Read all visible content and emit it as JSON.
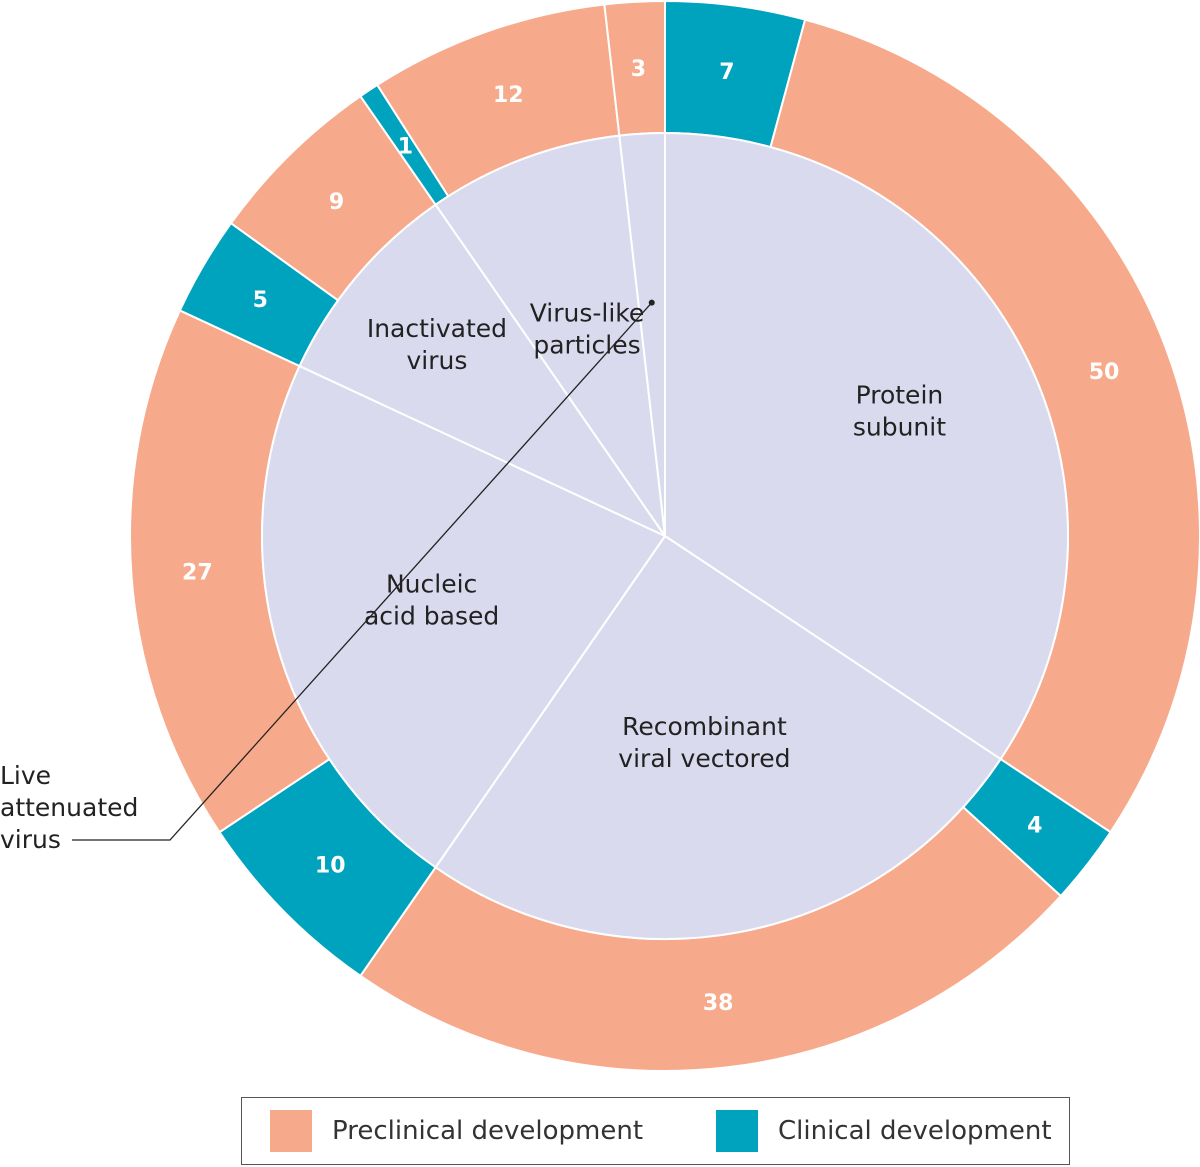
{
  "colors": {
    "preclinical": "#f7a98b",
    "clinical": "#00a3be",
    "inner": "#dadaee",
    "divider": "#ffffff"
  },
  "chart_data": {
    "type": "pie",
    "subtype": "nested-donut",
    "title": "",
    "inner_label": "Live attenuated virus",
    "categories": [
      {
        "name": "Protein subunit",
        "label_lines": [
          "Protein",
          "subunit"
        ],
        "preclinical": 50,
        "clinical": 7
      },
      {
        "name": "Recombinant viral vectored",
        "label_lines": [
          "Recombinant",
          "viral vectored"
        ],
        "preclinical": 38,
        "clinical": 4
      },
      {
        "name": "Nucleic acid based",
        "label_lines": [
          "Nucleic",
          "acid based"
        ],
        "preclinical": 27,
        "clinical": 10
      },
      {
        "name": "Inactivated virus",
        "label_lines": [
          "Inactivated",
          "virus"
        ],
        "preclinical": 9,
        "clinical": 5
      },
      {
        "name": "Virus-like particles",
        "label_lines": [
          "Virus-like",
          "particles"
        ],
        "preclinical": 12,
        "clinical": 1
      },
      {
        "name": "Live attenuated virus",
        "label_lines": [
          "Live",
          "attenuated",
          "virus"
        ],
        "preclinical": 3,
        "clinical": 0
      }
    ],
    "legend": [
      {
        "key": "preclinical",
        "label": "Preclinical development"
      },
      {
        "key": "clinical",
        "label": "Clinical development"
      }
    ],
    "legend_position": "bottom"
  }
}
